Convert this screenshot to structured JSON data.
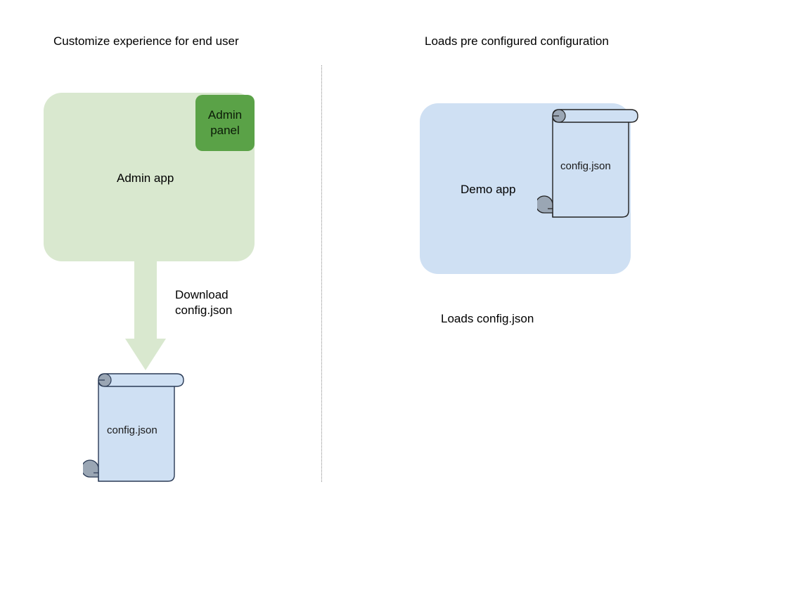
{
  "diagram": {
    "background_color": "#ffffff",
    "divider": {
      "style": "dotted",
      "color": "#8a8a8a"
    },
    "columns": [
      {
        "id": "left",
        "title": "Customize experience for end user",
        "app": {
          "label": "Admin app",
          "fill": "#d9e8cf",
          "chip": {
            "label": "Admin\npanel",
            "line1": "Admin",
            "line2": "panel",
            "fill": "#5aa247"
          }
        },
        "arrow": {
          "label_line1": "Download",
          "label_line2": "config.json",
          "fill": "#d9e8cf",
          "direction": "down"
        },
        "document": {
          "label": "config.json",
          "fill": "#cfe0f3",
          "stroke": "#2a3a55",
          "curl_fill": "#9aa6b4"
        }
      },
      {
        "id": "right",
        "title": "Loads pre configured configuration",
        "app": {
          "label": "Demo app",
          "fill": "#cfe0f3"
        },
        "document": {
          "label": "config.json",
          "fill": "#cfe0f3",
          "stroke": "#222222",
          "curl_fill": "#9aa6b4"
        },
        "caption": "Loads config.json"
      }
    ]
  }
}
